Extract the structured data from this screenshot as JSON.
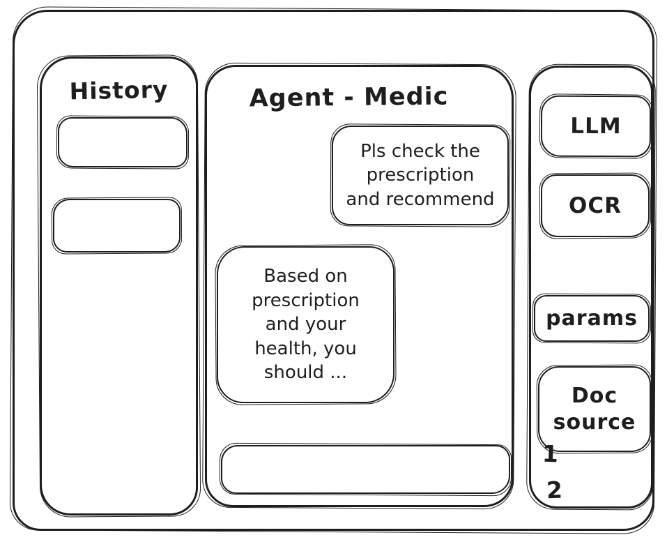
{
  "theme": {
    "ink": "#1e1e1e",
    "background": "#ffffff"
  },
  "history_sidebar": {
    "title": "History"
  },
  "chat": {
    "title": "Agent - Medic",
    "messages": [
      {
        "role": "user",
        "text": "Pls check the prescription and recommend",
        "lines": [
          "Pls check the",
          "prescription",
          "and recommend"
        ]
      },
      {
        "role": "assistant",
        "text": "Based on prescription and your health, you should ...",
        "lines": [
          "Based on",
          "prescription",
          "and your",
          "health, you",
          "should ..."
        ]
      }
    ],
    "input": {
      "value": "",
      "placeholder": ""
    }
  },
  "tools_sidebar": {
    "llm_label": "LLM",
    "ocr_label": "OCR",
    "params_label": "params",
    "doc_source_lines": [
      "Doc",
      "source"
    ],
    "annotations": [
      "1",
      "2"
    ]
  }
}
